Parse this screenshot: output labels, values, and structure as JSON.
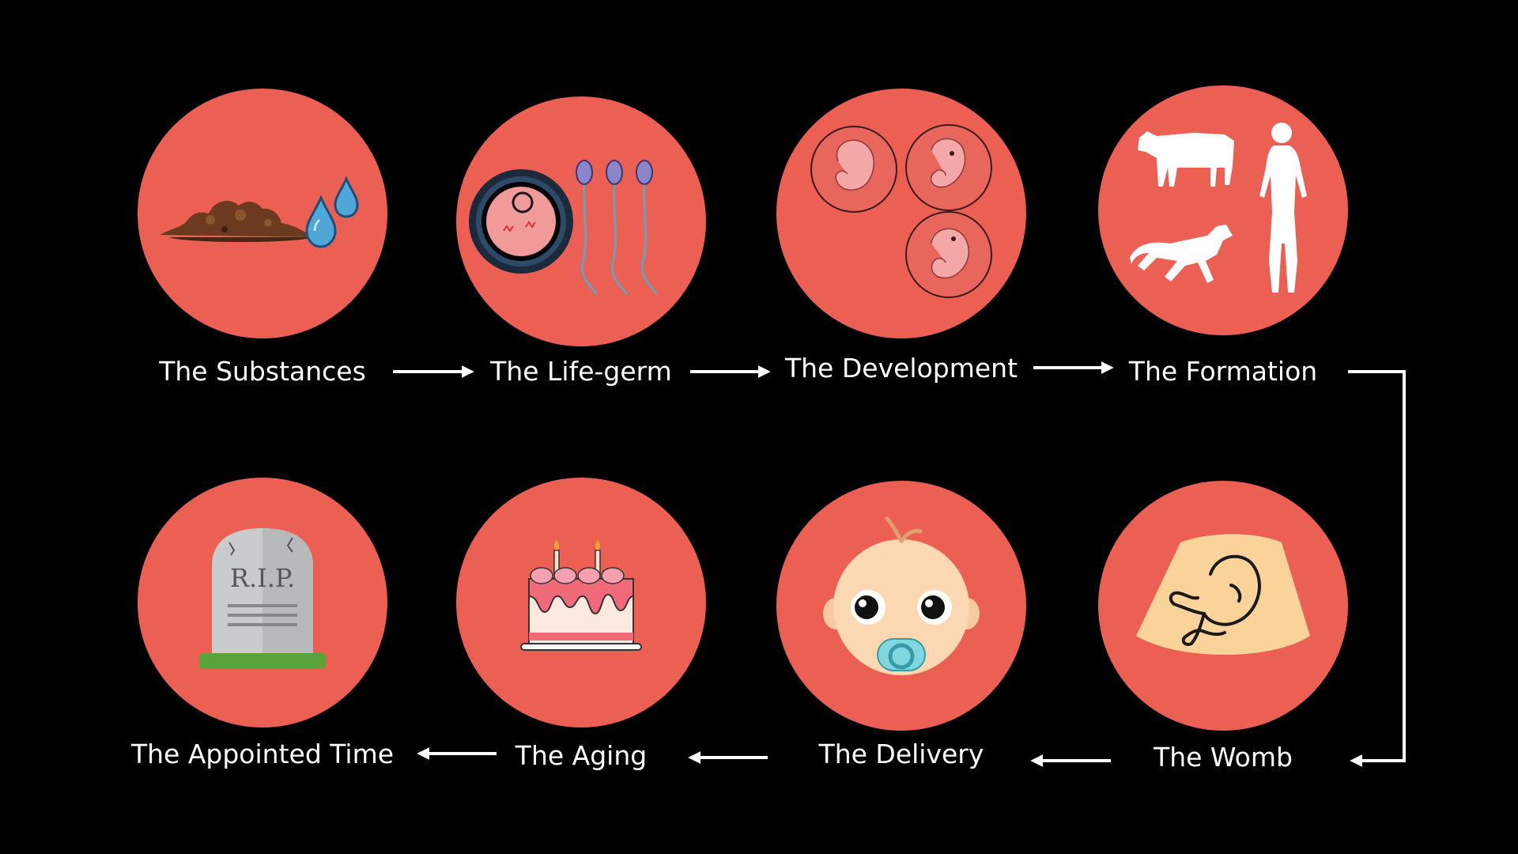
{
  "colors": {
    "background": "#000000",
    "circle": "#ec5f53",
    "label": "#ffffff",
    "arrow": "#ffffff"
  },
  "stages": [
    {
      "label": "The Substances",
      "icon": "soil-and-water-drops-icon"
    },
    {
      "label": "The Life-germ",
      "icon": "egg-and-sperm-icon"
    },
    {
      "label": "The Development",
      "icon": "embryo-stages-icon"
    },
    {
      "label": "The Formation",
      "icon": "animals-and-human-silhouette-icon"
    },
    {
      "label": "The Womb",
      "icon": "ultrasound-fetus-icon"
    },
    {
      "label": "The Delivery",
      "icon": "baby-with-pacifier-icon"
    },
    {
      "label": "The Aging",
      "icon": "birthday-cake-icon"
    },
    {
      "label": "The Appointed Time",
      "icon": "tombstone-icon"
    }
  ],
  "tombstone_text": "R.I.P."
}
